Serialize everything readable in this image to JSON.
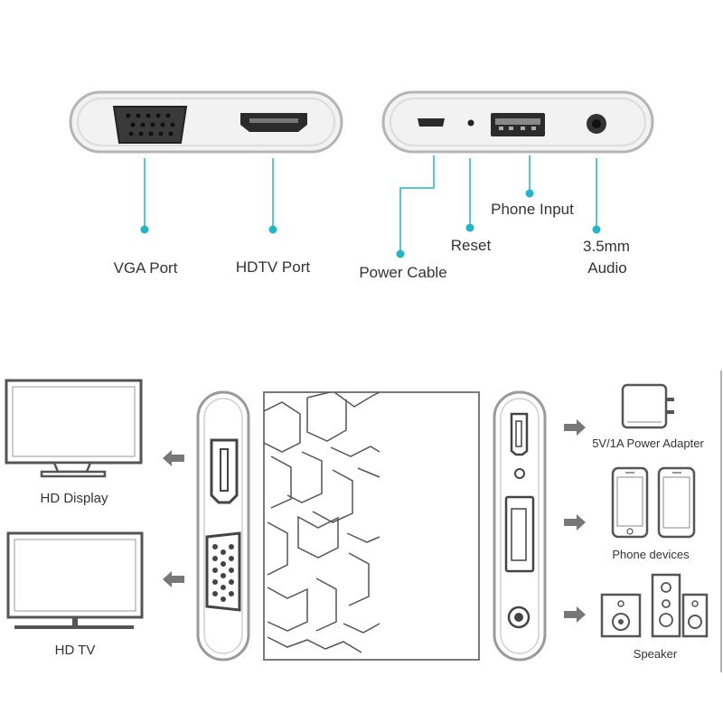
{
  "top_labels": {
    "vga_port": "VGA Port",
    "hdtv_port": "HDTV Port",
    "power_cable": "Power Cable",
    "reset": "Reset",
    "phone_input": "Phone Input",
    "audio_line1": "3.5mm",
    "audio_line2": "Audio"
  },
  "bottom_labels": {
    "hd_display": "HD Display",
    "hd_tv": "HD TV",
    "power_adapter": "5V/1A Power Adapter",
    "phone_devices": "Phone devices",
    "speaker": "Speaker"
  },
  "colors": {
    "accent": "#1fb6c8",
    "device_border": "#999999",
    "device_fill": "#f3f3f3",
    "icon_gray": "#666666",
    "text": "#333333"
  }
}
